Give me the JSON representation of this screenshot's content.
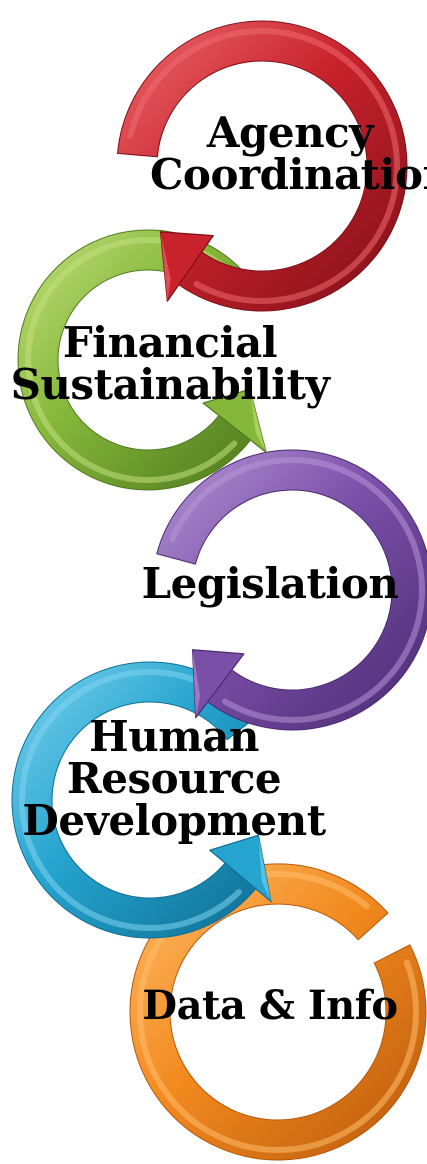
{
  "diagram": {
    "stages": [
      {
        "id": "agency-coordination",
        "lines": [
          "Agency",
          "Coordination"
        ],
        "color": "#c8222c",
        "light": "#ee6a6f",
        "dark": "#7e0f16"
      },
      {
        "id": "financial-sustainability",
        "lines": [
          "Financial",
          "Sustainability"
        ],
        "color": "#85b73a",
        "light": "#c3e07d",
        "dark": "#4f7a1e"
      },
      {
        "id": "legislation",
        "lines": [
          "Legislation"
        ],
        "color": "#7a4fa8",
        "light": "#b596d6",
        "dark": "#4a2a72"
      },
      {
        "id": "human-resource-development",
        "lines": [
          "Human",
          "Resource",
          "Development"
        ],
        "color": "#25a4cf",
        "light": "#7fd4ef",
        "dark": "#0f6f95"
      },
      {
        "id": "data-info",
        "lines": [
          "Data & Info"
        ],
        "color": "#f28a1f",
        "light": "#ffbd6b",
        "dark": "#b9580a"
      }
    ]
  }
}
